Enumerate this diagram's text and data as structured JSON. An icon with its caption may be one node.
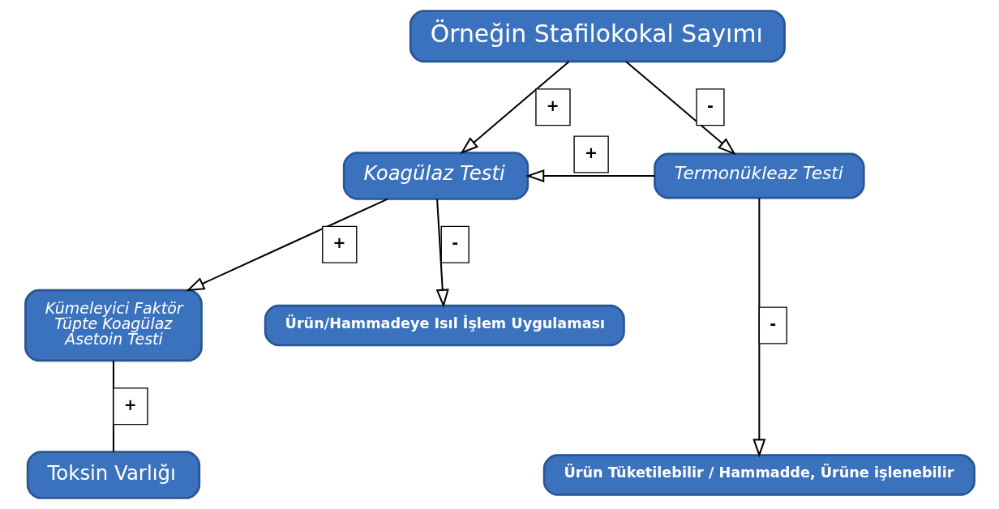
{
  "diagram": {
    "nodes": [
      {
        "text": [
          "Örneğin Stafilokokal Sayımı"
        ]
      },
      {
        "text": [
          "Koagülaz Testi"
        ]
      },
      {
        "text": [
          "Termonükleaz Testi"
        ]
      },
      {
        "text": [
          "Kümeleyici Faktör",
          "Tüpte Koagülaz",
          "Asetoin Testi"
        ]
      },
      {
        "text": [
          "Ürün/Hammadeye Isıl İşlem Uygulaması"
        ]
      },
      {
        "text": [
          "Toksin Varlığı"
        ]
      },
      {
        "text": [
          "Ürün Tüketilebilir / Hammadde, Ürüne işlenebilir"
        ]
      }
    ],
    "edges": [
      {
        "from": 0,
        "to": 1,
        "arrow": "to",
        "label": "+"
      },
      {
        "from": 0,
        "to": 2,
        "arrow": "to",
        "label": "-"
      },
      {
        "from": 2,
        "to": 1,
        "arrow": "to",
        "label": "+"
      },
      {
        "from": 1,
        "to": 3,
        "arrow": "to",
        "label": "+"
      },
      {
        "from": 1,
        "to": 4,
        "arrow": "to",
        "label": "-"
      },
      {
        "from": 3,
        "to": 5,
        "arrow": "none",
        "label": "+"
      },
      {
        "from": 2,
        "to": 6,
        "arrow": "to",
        "label": "-"
      }
    ]
  }
}
